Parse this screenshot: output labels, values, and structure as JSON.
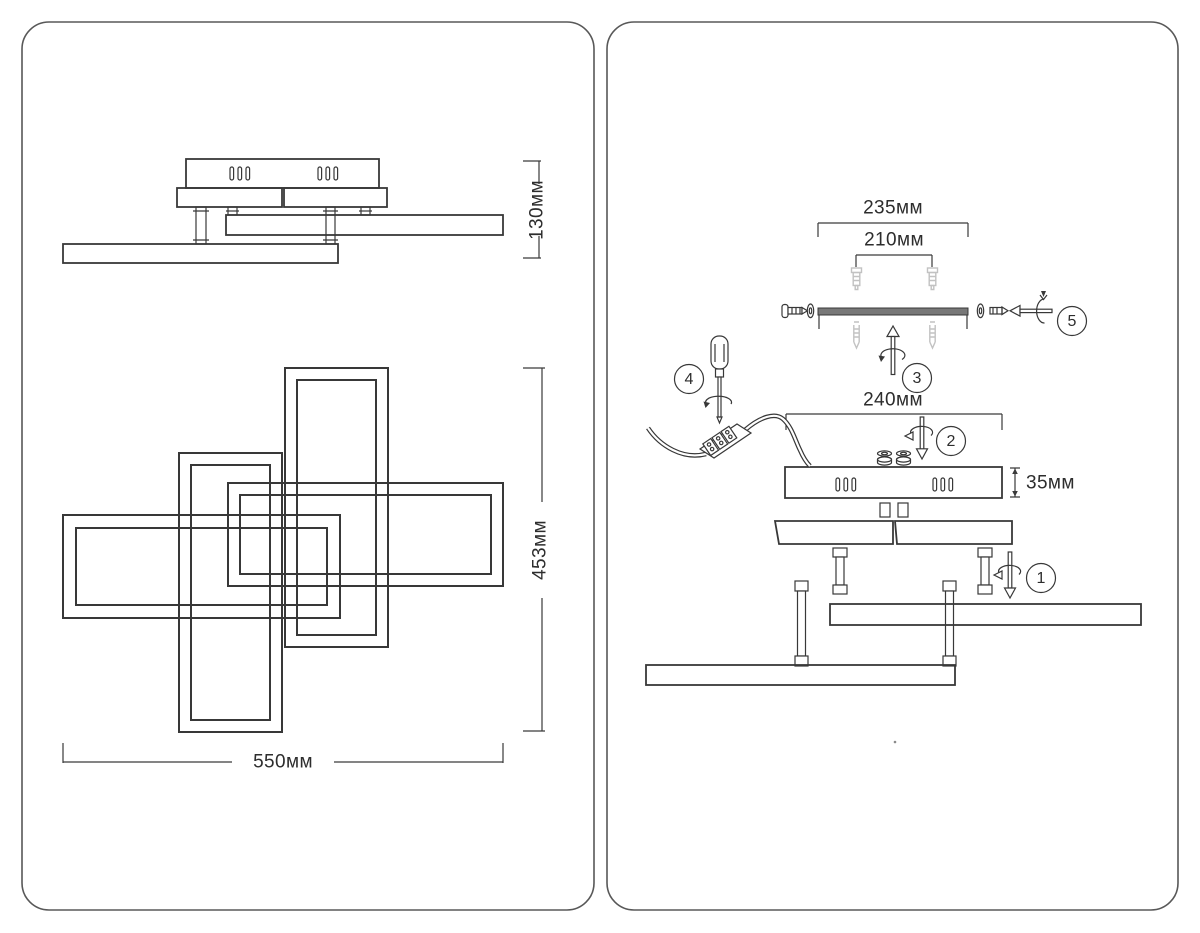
{
  "document": {
    "type": "lamp-installation-drawing",
    "background": "#ffffff"
  },
  "colors": {
    "line": "#383838",
    "dimension_line": "#3a3a3a",
    "light_gray_parts": "#c2c2c2",
    "panel_border": "#585858",
    "text": "#2d2d2d"
  },
  "left_panel": {
    "side_view": {
      "height_label": "130мм"
    },
    "top_view": {
      "width_label": "550мм",
      "height_label": "453мм"
    }
  },
  "right_panel": {
    "mounting_bracket": {
      "width_label": "235мм",
      "hole_spacing_label": "210мм"
    },
    "canopy": {
      "width_label": "240мм",
      "height_label": "35мм"
    },
    "steps": [
      {
        "num": "1"
      },
      {
        "num": "2"
      },
      {
        "num": "3"
      },
      {
        "num": "4"
      },
      {
        "num": "5"
      }
    ]
  }
}
